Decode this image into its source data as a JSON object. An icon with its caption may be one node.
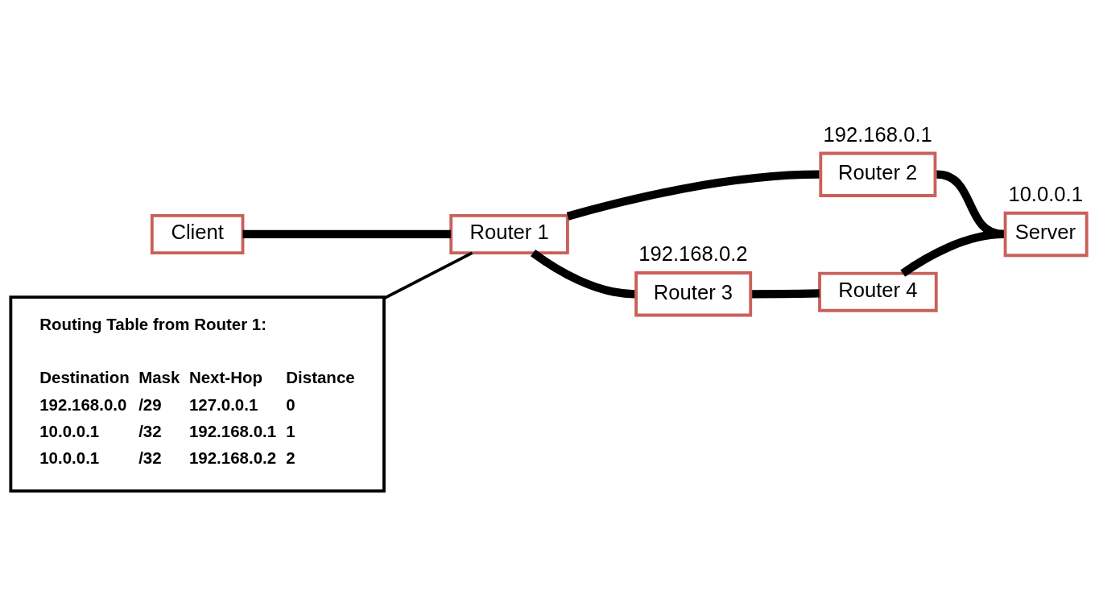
{
  "diagram": {
    "nodes": [
      {
        "text": [
          "Client"
        ]
      },
      {
        "text": [
          "Router 1"
        ]
      },
      {
        "text": [
          "Router 2"
        ],
        "beside": [
          "192.168.0.1"
        ]
      },
      {
        "text": [
          "Router 3"
        ],
        "beside": [
          "192.168.0.2"
        ]
      },
      {
        "text": [
          "Router 4"
        ]
      },
      {
        "text": [
          "Server"
        ],
        "beside": [
          "10.0.0.1"
        ]
      },
      {
        "text": [
          "Routing Table from Router 1:"
        ]
      }
    ],
    "edges": [
      {
        "from": 0,
        "to": 1,
        "arrow": "none"
      },
      {
        "from": 1,
        "to": 2,
        "arrow": "none"
      },
      {
        "from": 1,
        "to": 3,
        "arrow": "none"
      },
      {
        "from": 2,
        "to": 5,
        "arrow": "none"
      },
      {
        "from": 3,
        "to": 4,
        "arrow": "none"
      },
      {
        "from": 4,
        "to": 5,
        "arrow": "none"
      },
      {
        "from": 6,
        "to": 1,
        "arrow": "none"
      }
    ],
    "labels": [
      "Destination",
      "Mask",
      "Next-Hop",
      "Distance",
      "192.168.0.0",
      "/29",
      "127.0.0.1",
      "0",
      "10.0.0.1",
      "/32",
      "192.168.0.1",
      "1",
      "10.0.0.1",
      "/32",
      "192.168.0.2",
      "2"
    ]
  }
}
